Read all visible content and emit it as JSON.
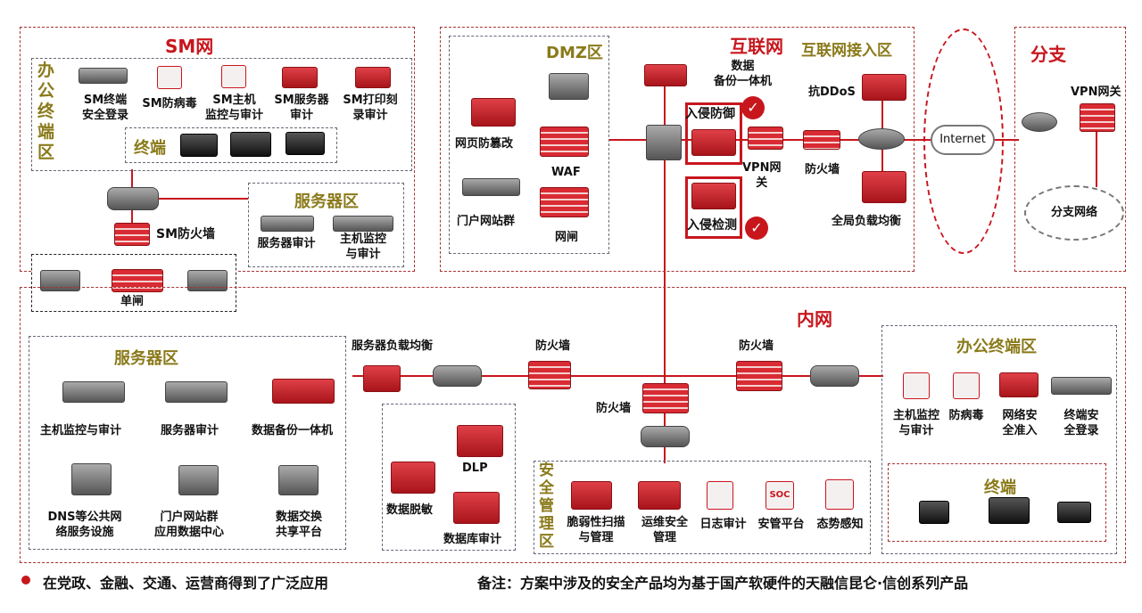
{
  "sm_net": {
    "title": "SM网",
    "office_zone": "办公终端区",
    "devices": [
      "SM终端\n安全登录",
      "SM防病毒",
      "SM主机\n监控与审计",
      "SM服务器\n审计",
      "SM打印刻\n录审计"
    ],
    "terminal": "终端",
    "firewall": "SM防火墙",
    "server_zone": {
      "title": "服务器区",
      "items": [
        "服务器审计",
        "主机监控\n与审计"
      ]
    },
    "gate": "单闸"
  },
  "internet_net": {
    "title": "互联网",
    "access_zone": "互联网接入区",
    "dmz": {
      "title": "DMZ区",
      "items": [
        "网页防篡改",
        "WAF",
        "门户网站群",
        "网闸"
      ]
    },
    "backup": "数据\n备份一体机",
    "ips": "入侵防御",
    "ids": "入侵检测",
    "vpn": "VPN网\n关",
    "firewall": "防火墙",
    "anti_ddos": "抗DDoS",
    "glb": "全局负载均衡",
    "internet": "Internet"
  },
  "branch": {
    "title": "分支",
    "vpn": "VPN网关",
    "net": "分支网络"
  },
  "intranet": {
    "title": "内网",
    "server_zone": {
      "title": "服务器区",
      "items": [
        "主机监控与审计",
        "服务器审计",
        "数据备份一体机",
        "DNS等公共网\n络服务设施",
        "门户网站群\n应用数据中心",
        "数据交换\n共享平台"
      ]
    },
    "slb": "服务器负载均衡",
    "firewall1": "防火墙",
    "firewall2": "防火墙",
    "firewall3": "防火墙",
    "data_zone": [
      "DLP",
      "数据脱敏",
      "数据库审计"
    ],
    "sec_mgmt": {
      "title": "安全管理区",
      "items": [
        "脆弱性扫描\n与管理",
        "运维安全\n管理",
        "日志审计",
        "安管平台",
        "态势感知"
      ]
    },
    "office": {
      "title": "办公终端区",
      "items": [
        "主机监控\n与审计",
        "防病毒",
        "网络安\n全准入",
        "终端安\n全登录"
      ],
      "terminal": "终端"
    }
  },
  "footer": {
    "left": "在党政、金融、交通、运营商得到了广泛应用",
    "right": "备注：方案中涉及的安全产品均为基于国产软硬件的天融信昆仑·信创系列产品"
  },
  "colors": {
    "accent": "#c8161d",
    "olive": "#8a7a1a"
  }
}
